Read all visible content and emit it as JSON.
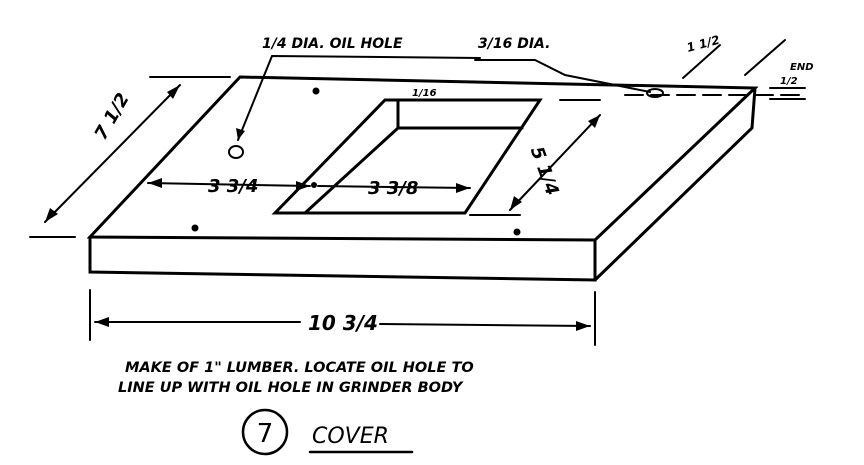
{
  "drawing": {
    "callouts": {
      "oil_hole": "1/4 DIA. OIL HOLE",
      "small_hole": "3/16 DIA.",
      "edge_offset": "1 1/2",
      "end_label": "END",
      "end_offset": "1/2",
      "inner_offset": "1/16"
    },
    "dimensions": {
      "width": "7 1/2",
      "left_to_opening": "3 3/4",
      "opening_width": "3 3/8",
      "opening_depth": "5 1/4",
      "length": "10 3/4"
    },
    "note_line1": "MAKE OF 1\" LUMBER. LOCATE OIL HOLE TO",
    "note_line2": "LINE UP WITH OIL HOLE IN GRINDER BODY",
    "part_number": "7",
    "part_name": "COVER"
  }
}
